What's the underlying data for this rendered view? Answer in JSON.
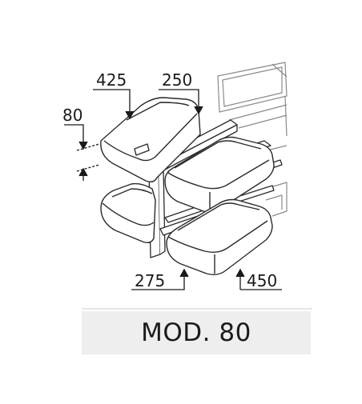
{
  "dimensions": {
    "depth_top_tray": "425",
    "width_top_front_tray": "250",
    "tray_height": "80",
    "width_bottom_front_tray": "275",
    "depth_bottom_front_tray": "450"
  },
  "model": {
    "title": "MOD. 80"
  },
  "colors": {
    "line": "#2a2a2a",
    "cabinet_line": "#8a8a8a",
    "tray_fill": "#ffffff",
    "banner_bg": "#efeeee",
    "separator": "#cfcfcf"
  }
}
